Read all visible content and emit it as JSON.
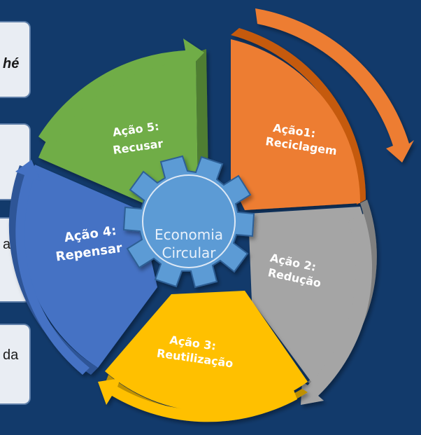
{
  "side_cards": [
    {
      "text": "hé"
    },
    {
      "text": ""
    },
    {
      "text": "al"
    },
    {
      "text": "da"
    }
  ],
  "center": {
    "line1": "Economia",
    "line2": "Circular"
  },
  "actions": [
    {
      "line1": "Ação1:",
      "line2": "Reciclagem",
      "color": "#ed7d31"
    },
    {
      "line1": "Ação 2:",
      "line2": "Redução",
      "color": "#a5a5a5"
    },
    {
      "line1": "Ação 3:",
      "line2": "Reutilização",
      "color": "#ffc000"
    },
    {
      "line1": "Ação 4:",
      "line2": "Repensar",
      "color": "#4472c4"
    },
    {
      "line1": "Ação 5:",
      "line2": "Recusar",
      "color": "#70ad47"
    }
  ],
  "colors": {
    "background": "#123a6b",
    "gear": "#5b9bd5"
  }
}
